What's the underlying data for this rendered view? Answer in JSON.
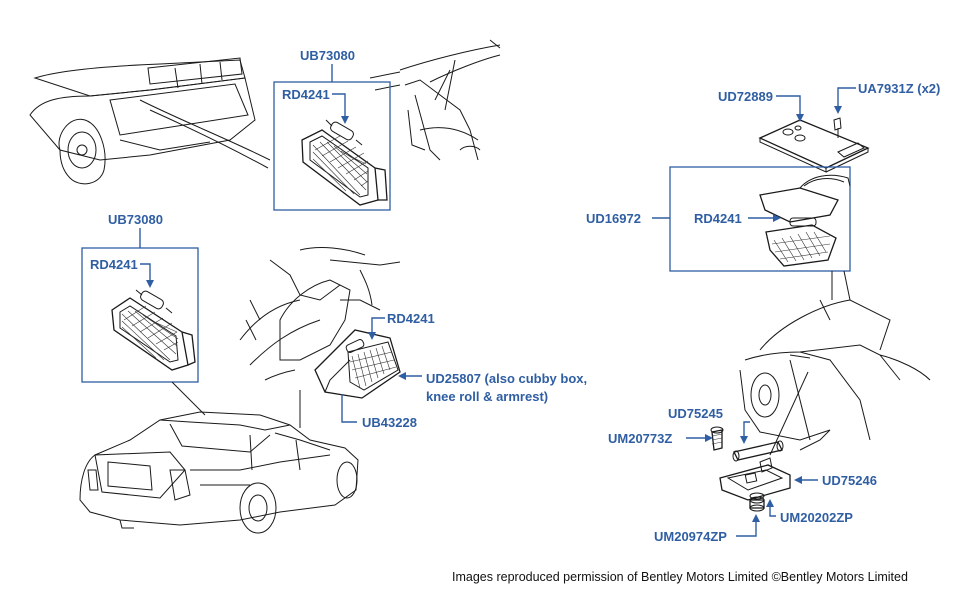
{
  "labels": {
    "ub73080_top": "UB73080",
    "rd4241_top": "RD4241",
    "ub73080_left": "UB73080",
    "rd4241_left": "RD4241",
    "rd4241_mid": "RD4241",
    "ud25807": "UD25807 (also cubby box,\nknee roll & armrest)",
    "ub43228": "UB43228",
    "ud72889": "UD72889",
    "ua7931z": "UA7931Z (x2)",
    "ud16972": "UD16972",
    "rd4241_right": "RD4241",
    "ud75245": "UD75245",
    "um20773z": "UM20773Z",
    "ud75246": "UD75246",
    "um20202zp": "UM20202ZP",
    "um20974zp": "UM20974ZP"
  },
  "credit": "Images reproduced permission of Bentley Motors Limited ©Bentley Motors Limited",
  "colors": {
    "label_blue": "#2f5ea3",
    "line_black": "#1a1a1a"
  }
}
